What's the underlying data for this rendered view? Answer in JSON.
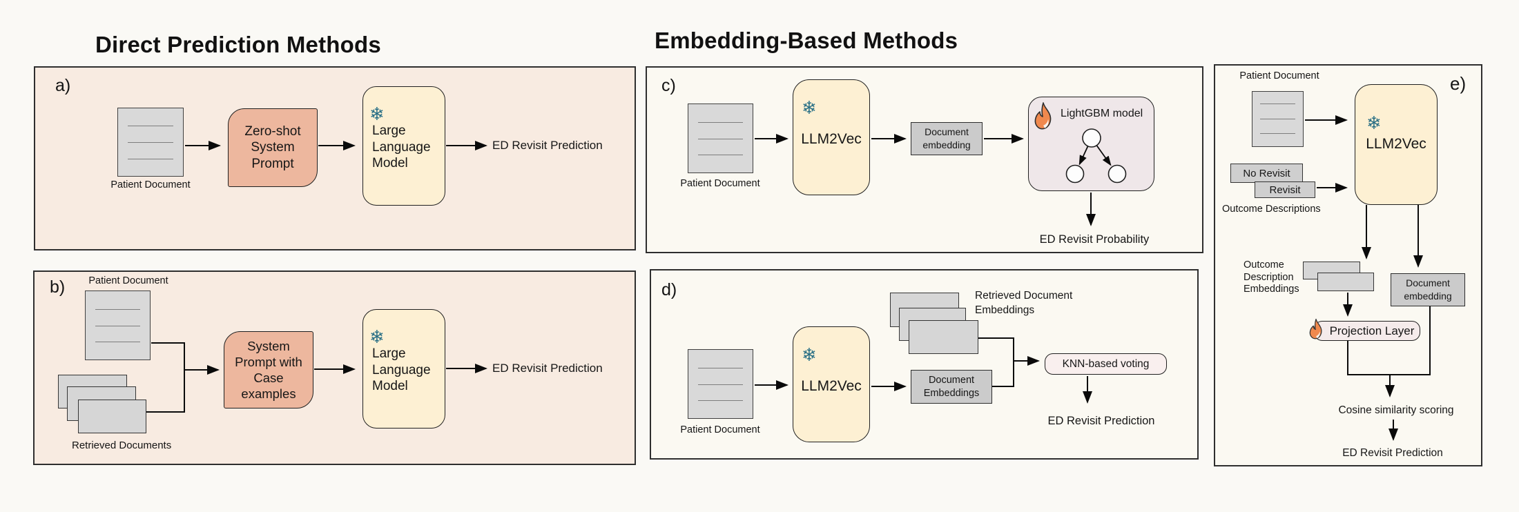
{
  "titles": {
    "direct": "Direct Prediction Methods",
    "embedding": "Embedding-Based Methods"
  },
  "labels": {
    "patient_document": "Patient Document",
    "retrieved_documents": "Retrieved Documents",
    "ed_revisit_prediction": "ED Revisit Prediction",
    "ed_revisit_probability": "ED Revisit Probability"
  },
  "panels": {
    "a": {
      "id": "a)",
      "prompt": "Zero-shot System Prompt",
      "llm": "Large Language Model"
    },
    "b": {
      "id": "b)",
      "prompt": "System Prompt with Case examples",
      "llm": "Large Language Model"
    },
    "c": {
      "id": "c)",
      "encoder": "LLM2Vec",
      "embedding": "Document embedding",
      "model": "LightGBM model"
    },
    "d": {
      "id": "d)",
      "encoder": "LLM2Vec",
      "embedding": "Document Embeddings",
      "retrieved": "Retrieved Document Embeddings",
      "voting": "KNN-based voting"
    },
    "e": {
      "id": "e)",
      "encoder": "LLM2Vec",
      "no_revisit": "No Revisit",
      "revisit": "Revisit",
      "outcome_descriptions": "Outcome Descriptions",
      "outcome_embeddings": "Outcome Description Embeddings",
      "doc_embedding": "Document embedding",
      "projection": "Projection Layer",
      "cosine": "Cosine similarity scoring"
    }
  },
  "icons": {
    "frozen": "❄",
    "frozen_meaning": "frozen model (snowflake)",
    "fire_meaning": "trained model (flame)"
  },
  "colors": {
    "canvas_bg": "#faf9f5",
    "panel_direct_bg": "#f8ebe1",
    "panel_embedding_bg": "#fbf9f2",
    "prompt_box": "#edb79e",
    "llm_box": "#fdf0d3",
    "document_icon": "#d9d9d9",
    "embedding_box": "#cbcbcb",
    "lightgbm_box": "#efe7e9",
    "knn_box": "#f9efee",
    "projection_box": "#f5ebeb",
    "flame_orange": "#f0894e",
    "snowflake_teal": "#2b7086",
    "line_black": "#0a0a0a"
  }
}
